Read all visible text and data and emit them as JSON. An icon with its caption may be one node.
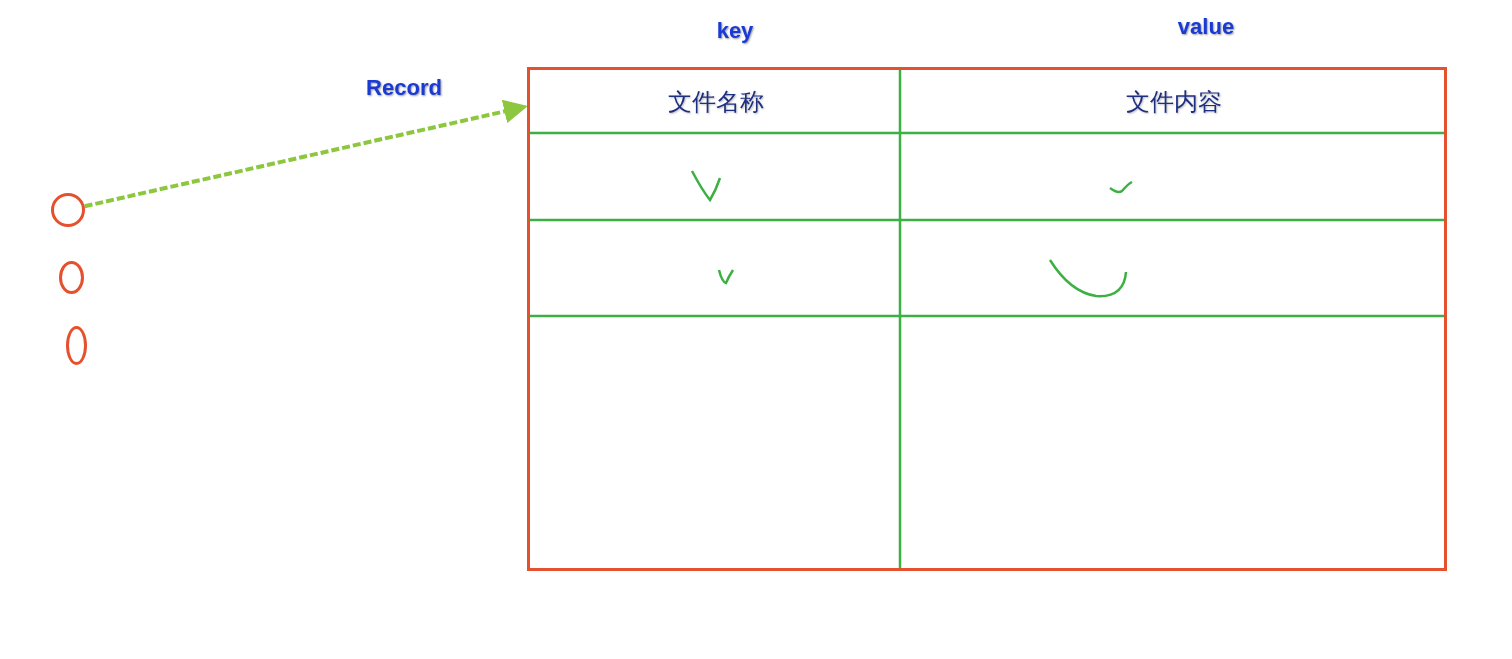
{
  "diagram": {
    "nodes": [
      {
        "text": [],
        "shape": "circle"
      },
      {
        "text": [],
        "shape": "circle"
      },
      {
        "text": [],
        "shape": "circle"
      },
      {
        "text": [],
        "shape": "box"
      },
      {
        "text": [
          "文件名称"
        ],
        "in": 3
      },
      {
        "text": [
          "文件内容"
        ],
        "in": 3
      }
    ],
    "edges": [
      {
        "from": 0,
        "to": 3,
        "arrow": "to",
        "label": "Record",
        "style": "dashed",
        "color": "#8dc63f"
      }
    ],
    "labels": [
      "key",
      "value"
    ]
  }
}
